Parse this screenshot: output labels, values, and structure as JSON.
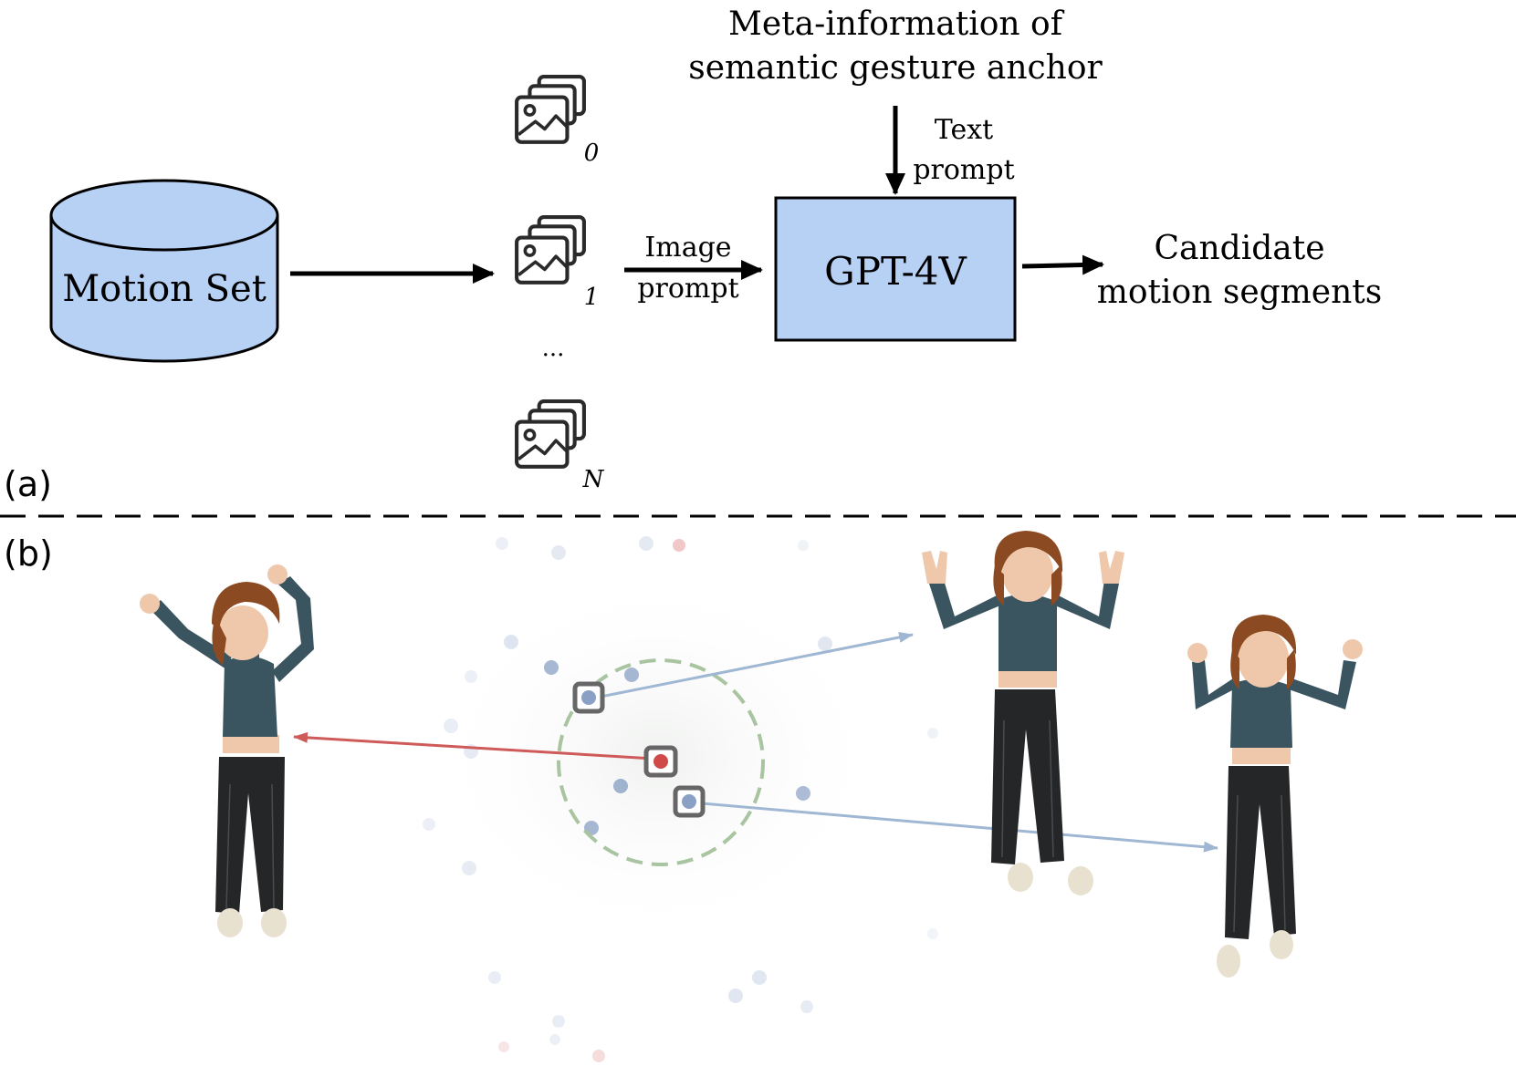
{
  "panel_a": {
    "label": "(a)",
    "database": {
      "label": "Motion Set"
    },
    "image_groups": [
      {
        "index": "0"
      },
      {
        "index": "1"
      },
      {
        "ellipsis": "..."
      },
      {
        "index": "N"
      }
    ],
    "image_prompt": {
      "line1": "Image",
      "line2": "prompt"
    },
    "meta": {
      "line1": "Meta-information of",
      "line2": "semantic gesture anchor"
    },
    "text_prompt": {
      "line1": "Text",
      "line2": "prompt"
    },
    "model": {
      "label": "GPT-4V"
    },
    "output": {
      "line1": "Candidate",
      "line2": "motion segments"
    }
  },
  "panel_b": {
    "label": "(b)"
  },
  "colors": {
    "box_fill": "#b7d1f5",
    "arrow_red": "#cf5a5a",
    "arrow_blue": "#9fb7d3",
    "circle_green": "#a8c4a0",
    "marker_red": "#d04a4a",
    "marker_blue": "#8aa0c4",
    "sweater": "#3b5560",
    "pants": "#242628",
    "hair": "#8b4a22",
    "skin": "#efc8ac"
  }
}
